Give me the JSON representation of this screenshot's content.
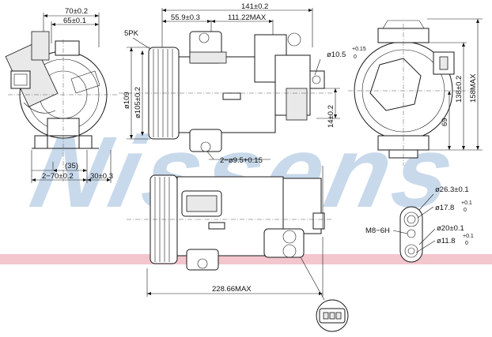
{
  "watermark": {
    "text": "Nissens",
    "color": "#c6d7ea",
    "band_color": "#f3c4cc"
  },
  "dimensions": {
    "d70": "70±0.2",
    "d65": "65±0.1",
    "d141": "141±0.2",
    "d55_9": "55.9±0.3",
    "d111_22": "111.22MAX",
    "pk": "5PK",
    "d10_5": "ø10.5",
    "d10_5_tol": "+0.15",
    "d10_5_tol2": "0",
    "d109": "ø109",
    "d105": "ø105±0.2",
    "d14": "14±0.2",
    "d2_9_5": "2−ø9.5+0.15",
    "d35": "(35)",
    "d2_70": "2−70±0.2",
    "d30": "30±0.3",
    "d138": "138±0.2",
    "d158": "158MAX",
    "d69": "69",
    "d26_3": "ø26.3±0.1",
    "d17_8": "ø17.8",
    "d17_8_tol": "+0.1",
    "d17_8_tol2": "0",
    "m8": "M8−6H",
    "d20": "ø20±0.1",
    "d11_8": "ø11.8",
    "d11_8_tol": "+0.1",
    "d11_8_tol2": "0",
    "d228_66": "228.66MAX"
  }
}
